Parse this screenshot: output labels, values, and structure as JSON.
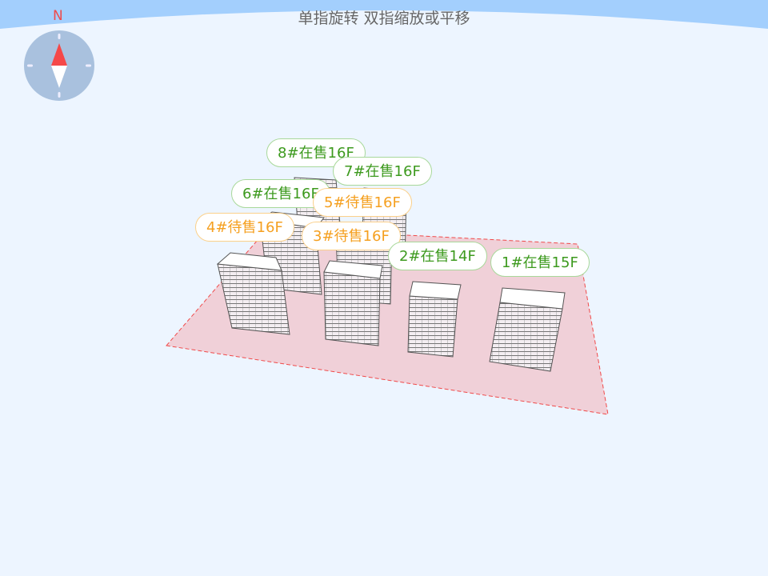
{
  "header": {
    "hint": "单指旋转 双指缩放或平移"
  },
  "compass": {
    "north_label": "N",
    "icon": "compass-icon"
  },
  "colors": {
    "on_sale": "#3d9a1e",
    "pending": "#f5a020",
    "ground": "#f0d0d8",
    "boundary": "#f04a4a"
  },
  "buildings": [
    {
      "label": "8#在售16F",
      "status": "on_sale"
    },
    {
      "label": "7#在售16F",
      "status": "on_sale"
    },
    {
      "label": "6#在售16F",
      "status": "on_sale"
    },
    {
      "label": "5#待售16F",
      "status": "pending"
    },
    {
      "label": "4#待售16F",
      "status": "pending"
    },
    {
      "label": "3#待售16F",
      "status": "pending"
    },
    {
      "label": "2#在售14F",
      "status": "on_sale"
    },
    {
      "label": "1#在售15F",
      "status": "on_sale"
    }
  ]
}
